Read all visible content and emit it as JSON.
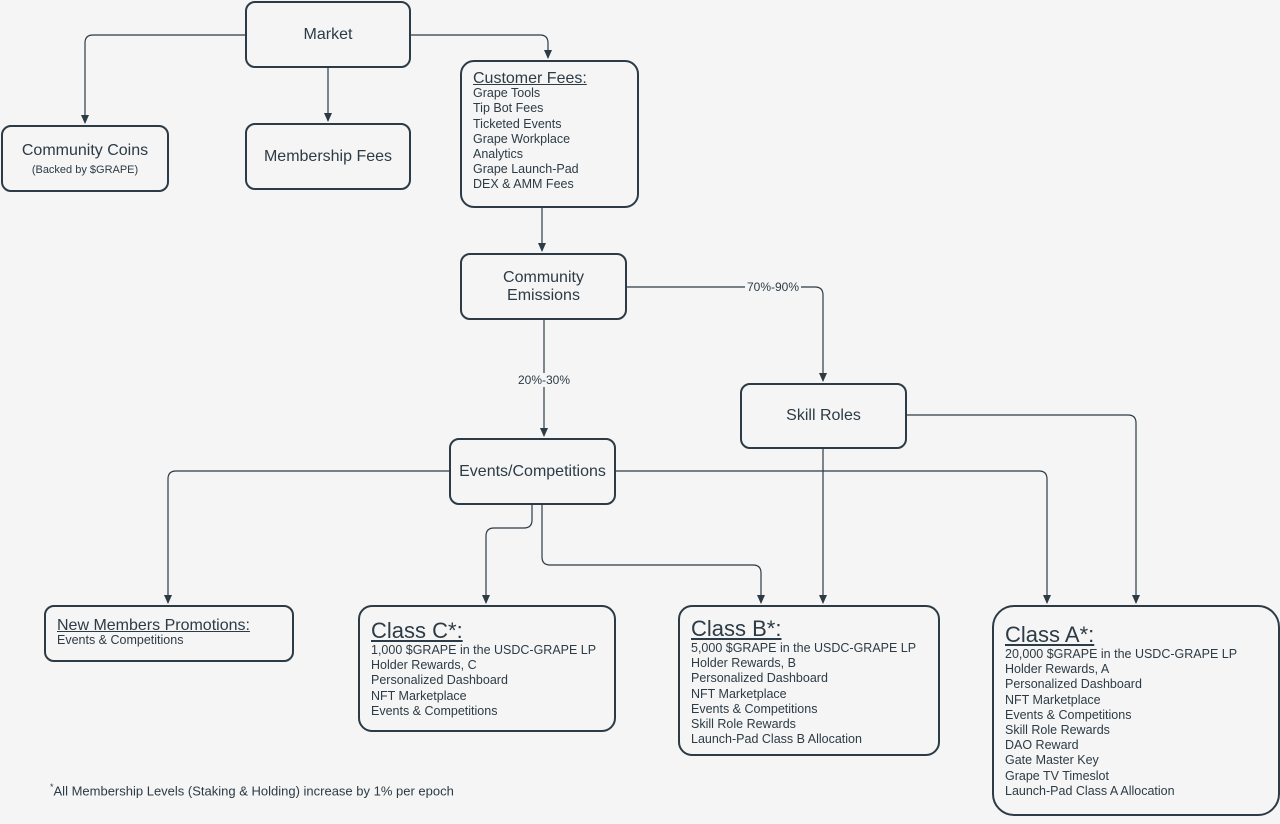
{
  "market": {
    "label": "Market"
  },
  "community_coins": {
    "label": "Community Coins",
    "sub": "(Backed by $GRAPE)"
  },
  "membership_fees": {
    "label": "Membership Fees"
  },
  "customer_fees": {
    "title": "Customer Fees:",
    "items": [
      "Grape Tools",
      "Tip Bot Fees",
      "Ticketed Events",
      "Grape Workplace",
      "Analytics",
      "Grape Launch-Pad",
      "DEX & AMM Fees"
    ]
  },
  "community_emissions": {
    "line1": "Community",
    "line2": "Emissions"
  },
  "edge_labels": {
    "skill_split": "70%-90%",
    "events_split": "20%-30%"
  },
  "skill_roles": {
    "label": "Skill Roles"
  },
  "events_competitions": {
    "label": "Events/Competitions"
  },
  "new_members": {
    "title": "New Members Promotions:",
    "items": [
      "Events & Competitions"
    ]
  },
  "class_c": {
    "title": "Class C*:",
    "items": [
      "1,000 $GRAPE in the USDC-GRAPE LP",
      "Holder Rewards, C",
      "Personalized Dashboard",
      "NFT Marketplace",
      "Events & Competitions"
    ]
  },
  "class_b": {
    "title": "Class B*:",
    "items": [
      "5,000 $GRAPE in the USDC-GRAPE LP",
      "Holder Rewards, B",
      "Personalized Dashboard",
      "NFT Marketplace",
      "Events & Competitions",
      "Skill Role Rewards",
      "Launch-Pad Class B Allocation"
    ]
  },
  "class_a": {
    "title": "Class A*:",
    "items": [
      "20,000 $GRAPE in the USDC-GRAPE LP",
      "Holder Rewards, A",
      "Personalized Dashboard",
      "NFT Marketplace",
      "Events & Competitions",
      "Skill Role Rewards",
      "DAO Reward",
      "Gate Master Key",
      "Grape TV Timeslot",
      "Launch-Pad Class A Allocation"
    ]
  },
  "footnote": {
    "mark": "*",
    "text": "All Membership Levels (Staking & Holding) increase by 1% per epoch"
  },
  "colors": {
    "stroke": "#2c3b45",
    "background": "#f5f5f5"
  }
}
